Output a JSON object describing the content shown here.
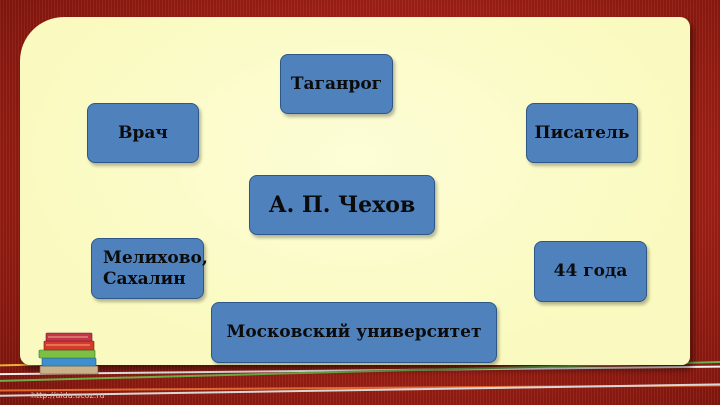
{
  "slide": {
    "colors": {
      "background": "#a8241a",
      "panel": "#fafac0",
      "node_fill": "#4f81bd",
      "node_border": "#2d5788",
      "node_text": "#0b0b0b"
    },
    "center": {
      "label": "А. П. Чехов"
    },
    "nodes": {
      "taganrog": "Таганрог",
      "doctor": "Врач",
      "writer": "Писатель",
      "melikhovo_line1": "Мелихово,",
      "melikhovo_line2": "Сахалин",
      "age": "44 года",
      "university": "Московский университет"
    },
    "footer_url": "http://aida.ucoz.ru",
    "logo_icon": "stack-of-books-icon"
  }
}
